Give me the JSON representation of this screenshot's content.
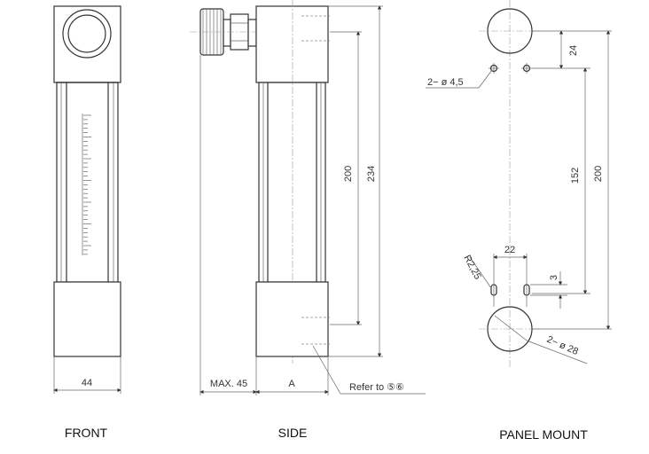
{
  "front": {
    "caption": "FRONT",
    "width_dim": "44"
  },
  "side": {
    "caption": "SIDE",
    "max_dim": "MAX. 45",
    "a_dim": "A",
    "inner_height_dim": "200",
    "overall_height_dim": "234",
    "refer_note": "Refer to ⑤⑥"
  },
  "panel": {
    "caption": "PANEL MOUNT",
    "small_hole_note": "2− ø 4,5",
    "top_offset_dim": "24",
    "hole_spacing_dim": "152",
    "overall_dim": "200",
    "radius_note": "R2,25",
    "slot_width_dim": "22",
    "slot_offset_dim": "3",
    "large_hole_note": "2− ø 28"
  }
}
